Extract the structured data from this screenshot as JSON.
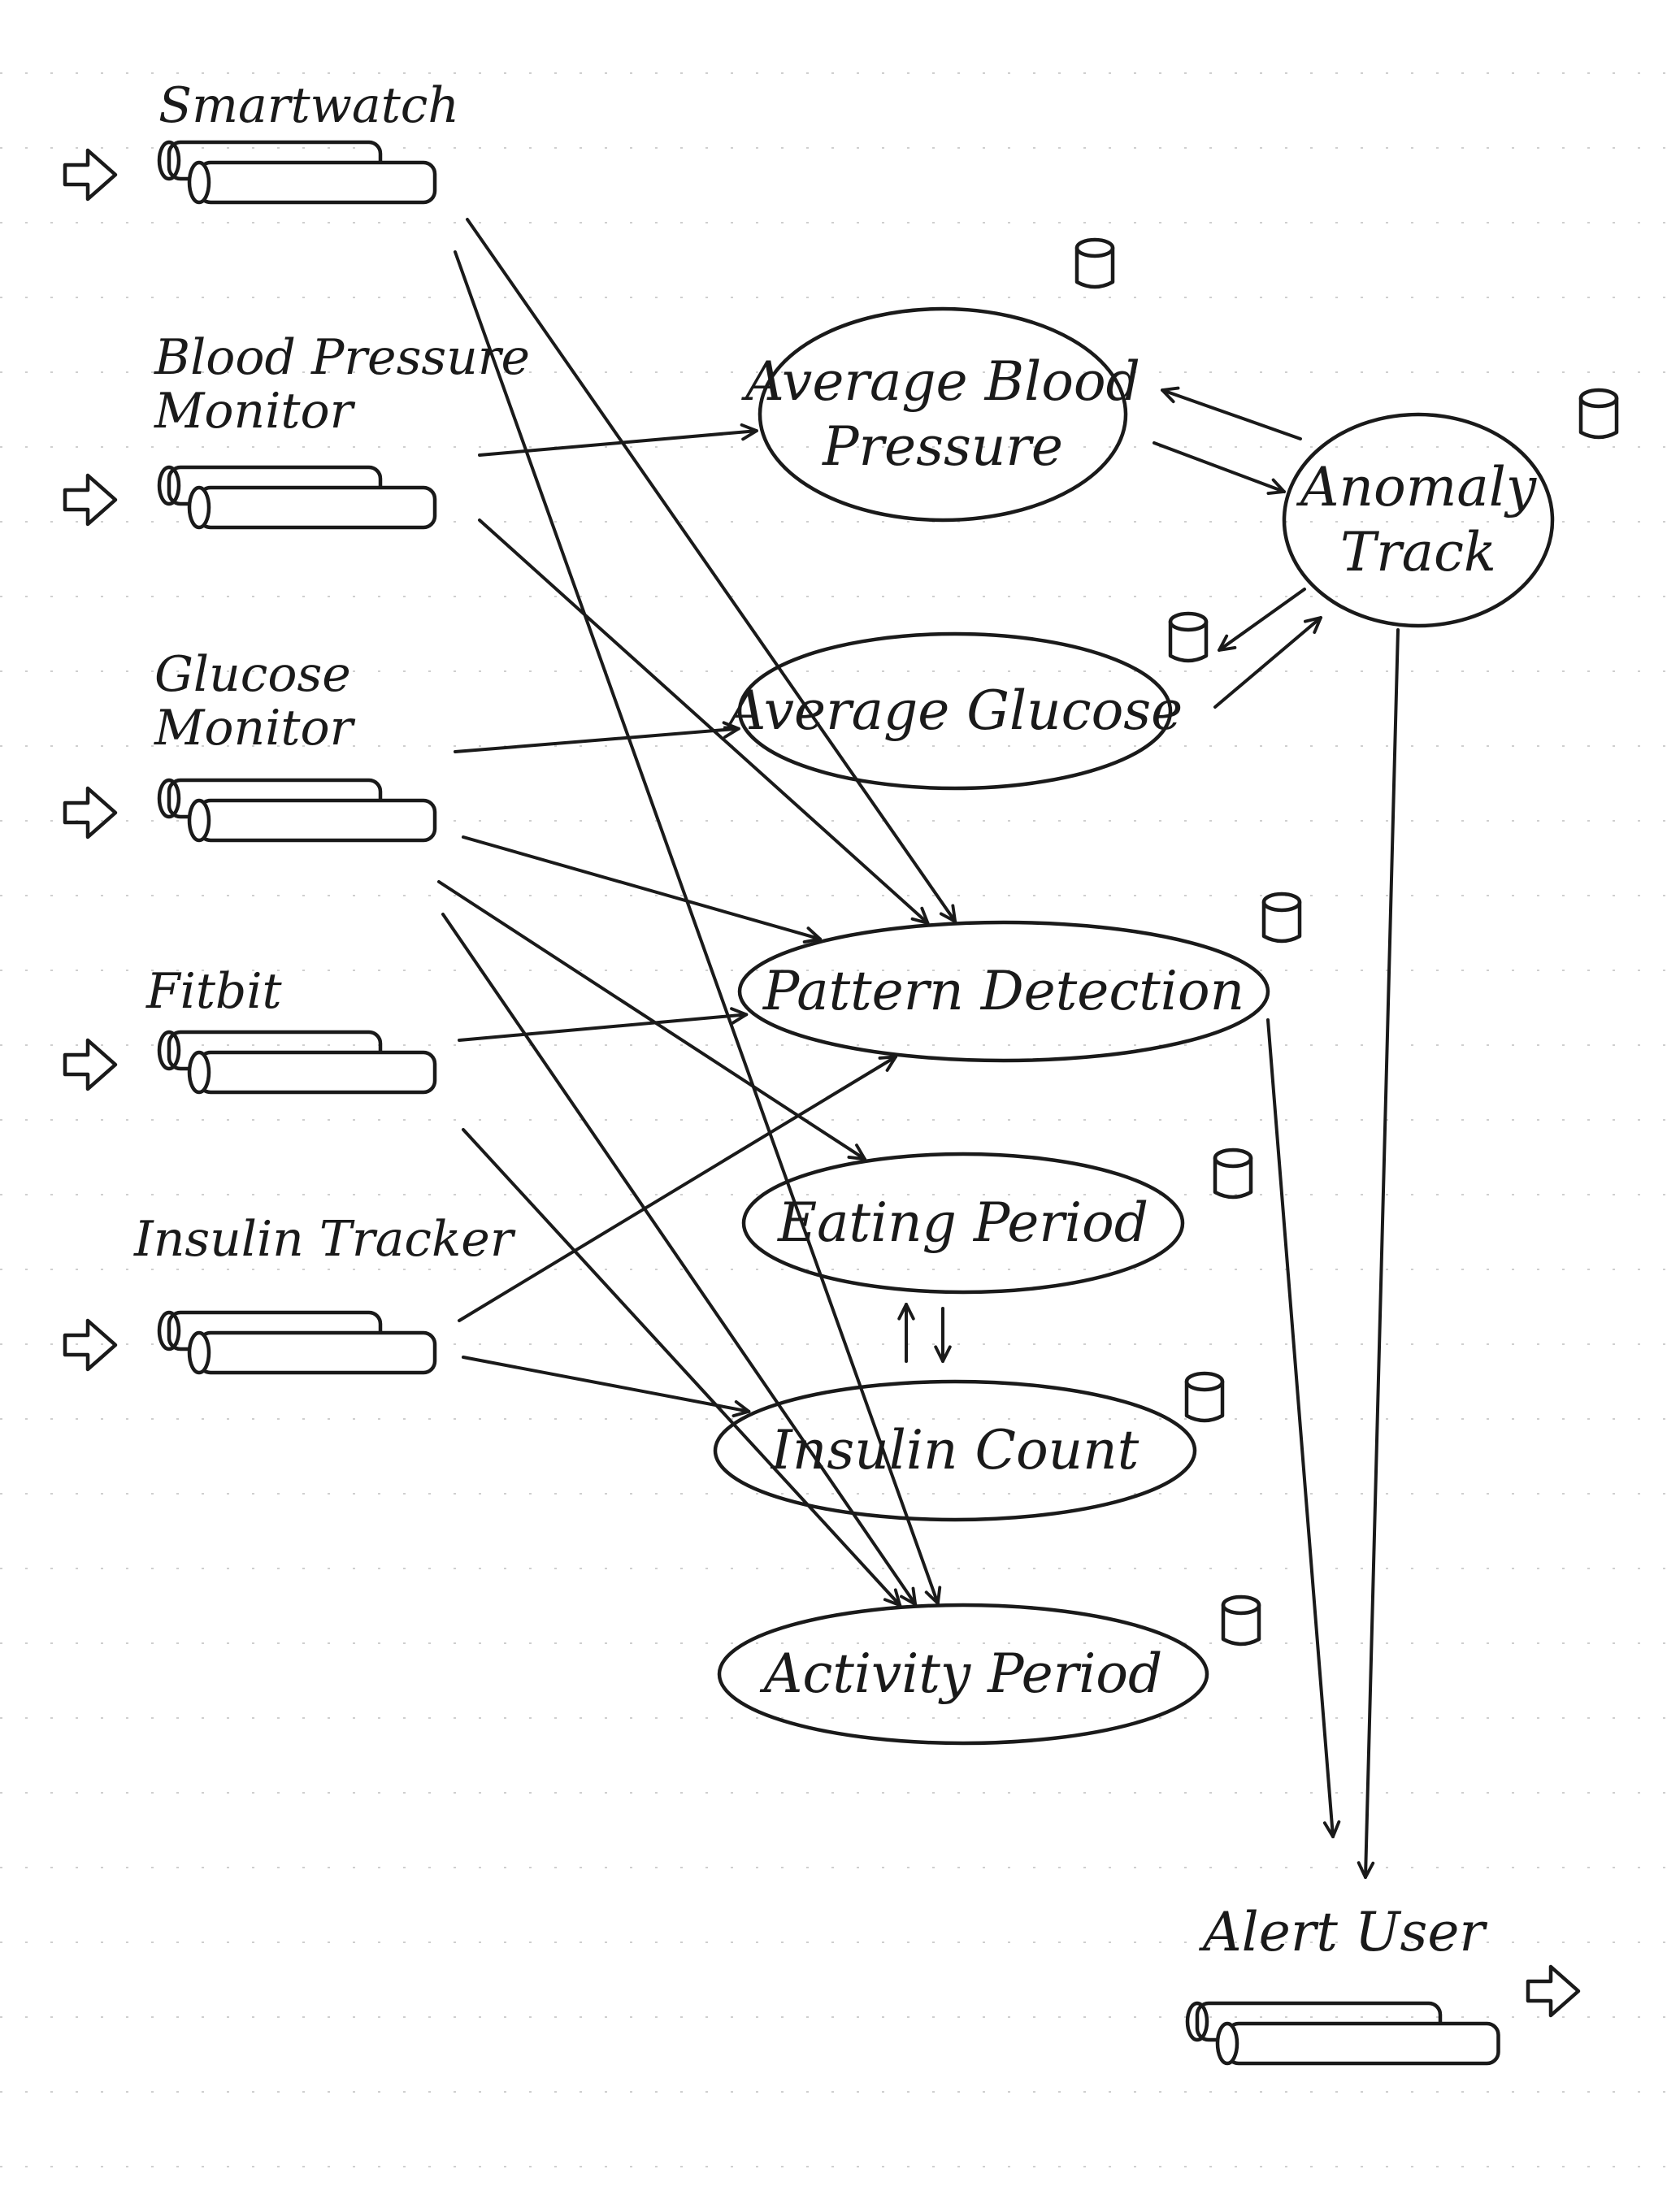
{
  "sources": [
    {
      "id": "smartwatch",
      "label_lines": [
        "Smartwatch"
      ]
    },
    {
      "id": "bp-monitor",
      "label_lines": [
        "Blood Pressure",
        "Monitor"
      ]
    },
    {
      "id": "glucose-monitor",
      "label_lines": [
        "Glucose",
        "Monitor"
      ]
    },
    {
      "id": "fitbit",
      "label_lines": [
        "Fitbit"
      ]
    },
    {
      "id": "insulin-tracker",
      "label_lines": [
        "Insulin Tracker"
      ]
    }
  ],
  "processes": [
    {
      "id": "avg-bp",
      "label_lines": [
        "Average Blood",
        "Pressure"
      ]
    },
    {
      "id": "avg-glucose",
      "label_lines": [
        "Average Glucose"
      ]
    },
    {
      "id": "pattern",
      "label_lines": [
        "Pattern  Detection"
      ]
    },
    {
      "id": "eating",
      "label_lines": [
        "Eating Period"
      ]
    },
    {
      "id": "insulin-count",
      "label_lines": [
        "Insulin Count"
      ]
    },
    {
      "id": "activity",
      "label_lines": [
        "Activity Period"
      ]
    },
    {
      "id": "anomaly",
      "label_lines": [
        "Anomaly",
        "Track"
      ]
    }
  ],
  "output": {
    "id": "alert-user",
    "label_lines": [
      "Alert User"
    ]
  },
  "edges": [
    [
      "smartwatch",
      "pattern"
    ],
    [
      "smartwatch",
      "activity"
    ],
    [
      "bp-monitor",
      "avg-bp"
    ],
    [
      "bp-monitor",
      "pattern"
    ],
    [
      "glucose-monitor",
      "avg-glucose"
    ],
    [
      "glucose-monitor",
      "pattern"
    ],
    [
      "glucose-monitor",
      "eating"
    ],
    [
      "glucose-monitor",
      "activity"
    ],
    [
      "fitbit",
      "pattern"
    ],
    [
      "fitbit",
      "activity"
    ],
    [
      "insulin-tracker",
      "pattern"
    ],
    [
      "insulin-tracker",
      "insulin-count"
    ],
    [
      "avg-bp",
      "anomaly"
    ],
    [
      "anomaly",
      "avg-bp"
    ],
    [
      "avg-glucose",
      "anomaly"
    ],
    [
      "anomaly",
      "avg-glucose"
    ],
    [
      "eating",
      "insulin-count"
    ],
    [
      "insulin-count",
      "eating"
    ],
    [
      "pattern",
      "alert-user"
    ],
    [
      "anomaly",
      "alert-user"
    ]
  ]
}
